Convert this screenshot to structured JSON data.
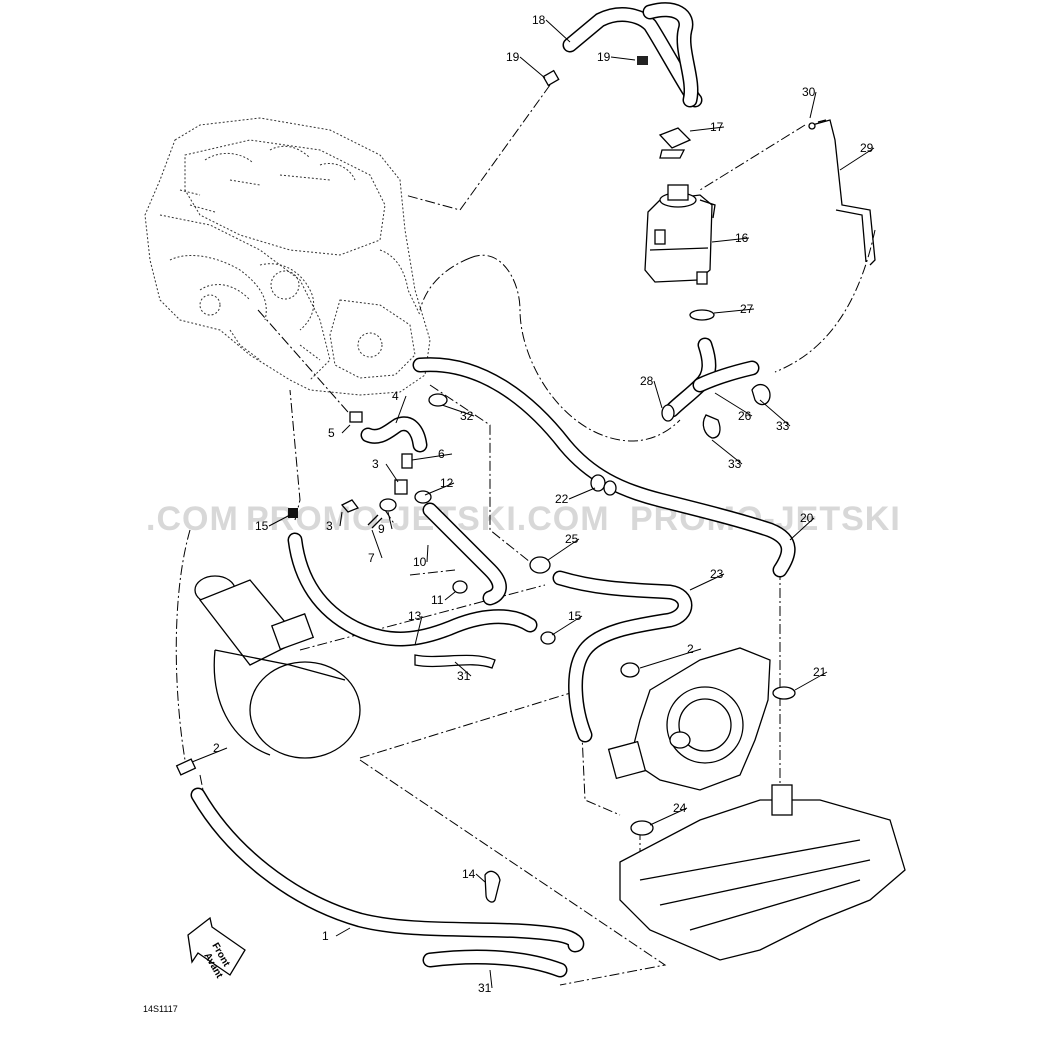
{
  "watermark": {
    "left": ".COM",
    "center": "PROMO-JETSKI.COM",
    "right": "PROMO-JETSKI"
  },
  "front_arrow": {
    "line1": "Front",
    "line2": "Avant"
  },
  "reference_code": "14S1117",
  "callouts": [
    {
      "id": "c18",
      "num": "18"
    },
    {
      "id": "c19a",
      "num": "19"
    },
    {
      "id": "c19b",
      "num": "19"
    },
    {
      "id": "c17",
      "num": "17"
    },
    {
      "id": "c30",
      "num": "30"
    },
    {
      "id": "c29",
      "num": "29"
    },
    {
      "id": "c16",
      "num": "16"
    },
    {
      "id": "c27",
      "num": "27"
    },
    {
      "id": "c28",
      "num": "28"
    },
    {
      "id": "c26",
      "num": "26"
    },
    {
      "id": "c33a",
      "num": "33"
    },
    {
      "id": "c33b",
      "num": "33"
    },
    {
      "id": "c4",
      "num": "4"
    },
    {
      "id": "c5",
      "num": "5"
    },
    {
      "id": "c32",
      "num": "32"
    },
    {
      "id": "c6",
      "num": "6"
    },
    {
      "id": "c3a",
      "num": "3"
    },
    {
      "id": "c12",
      "num": "12"
    },
    {
      "id": "c9",
      "num": "9"
    },
    {
      "id": "c3b",
      "num": "3"
    },
    {
      "id": "c15a",
      "num": "15"
    },
    {
      "id": "c7",
      "num": "7"
    },
    {
      "id": "c10",
      "num": "10"
    },
    {
      "id": "c11",
      "num": "11"
    },
    {
      "id": "c22",
      "num": "22"
    },
    {
      "id": "c20",
      "num": "20"
    },
    {
      "id": "c25",
      "num": "25"
    },
    {
      "id": "c23",
      "num": "23"
    },
    {
      "id": "c13",
      "num": "13"
    },
    {
      "id": "c15b",
      "num": "15"
    },
    {
      "id": "c31a",
      "num": "31"
    },
    {
      "id": "c2a",
      "num": "2"
    },
    {
      "id": "c21",
      "num": "21"
    },
    {
      "id": "c2b",
      "num": "2"
    },
    {
      "id": "c24",
      "num": "24"
    },
    {
      "id": "c14",
      "num": "14"
    },
    {
      "id": "c1",
      "num": "1"
    },
    {
      "id": "c31b",
      "num": "31"
    }
  ]
}
